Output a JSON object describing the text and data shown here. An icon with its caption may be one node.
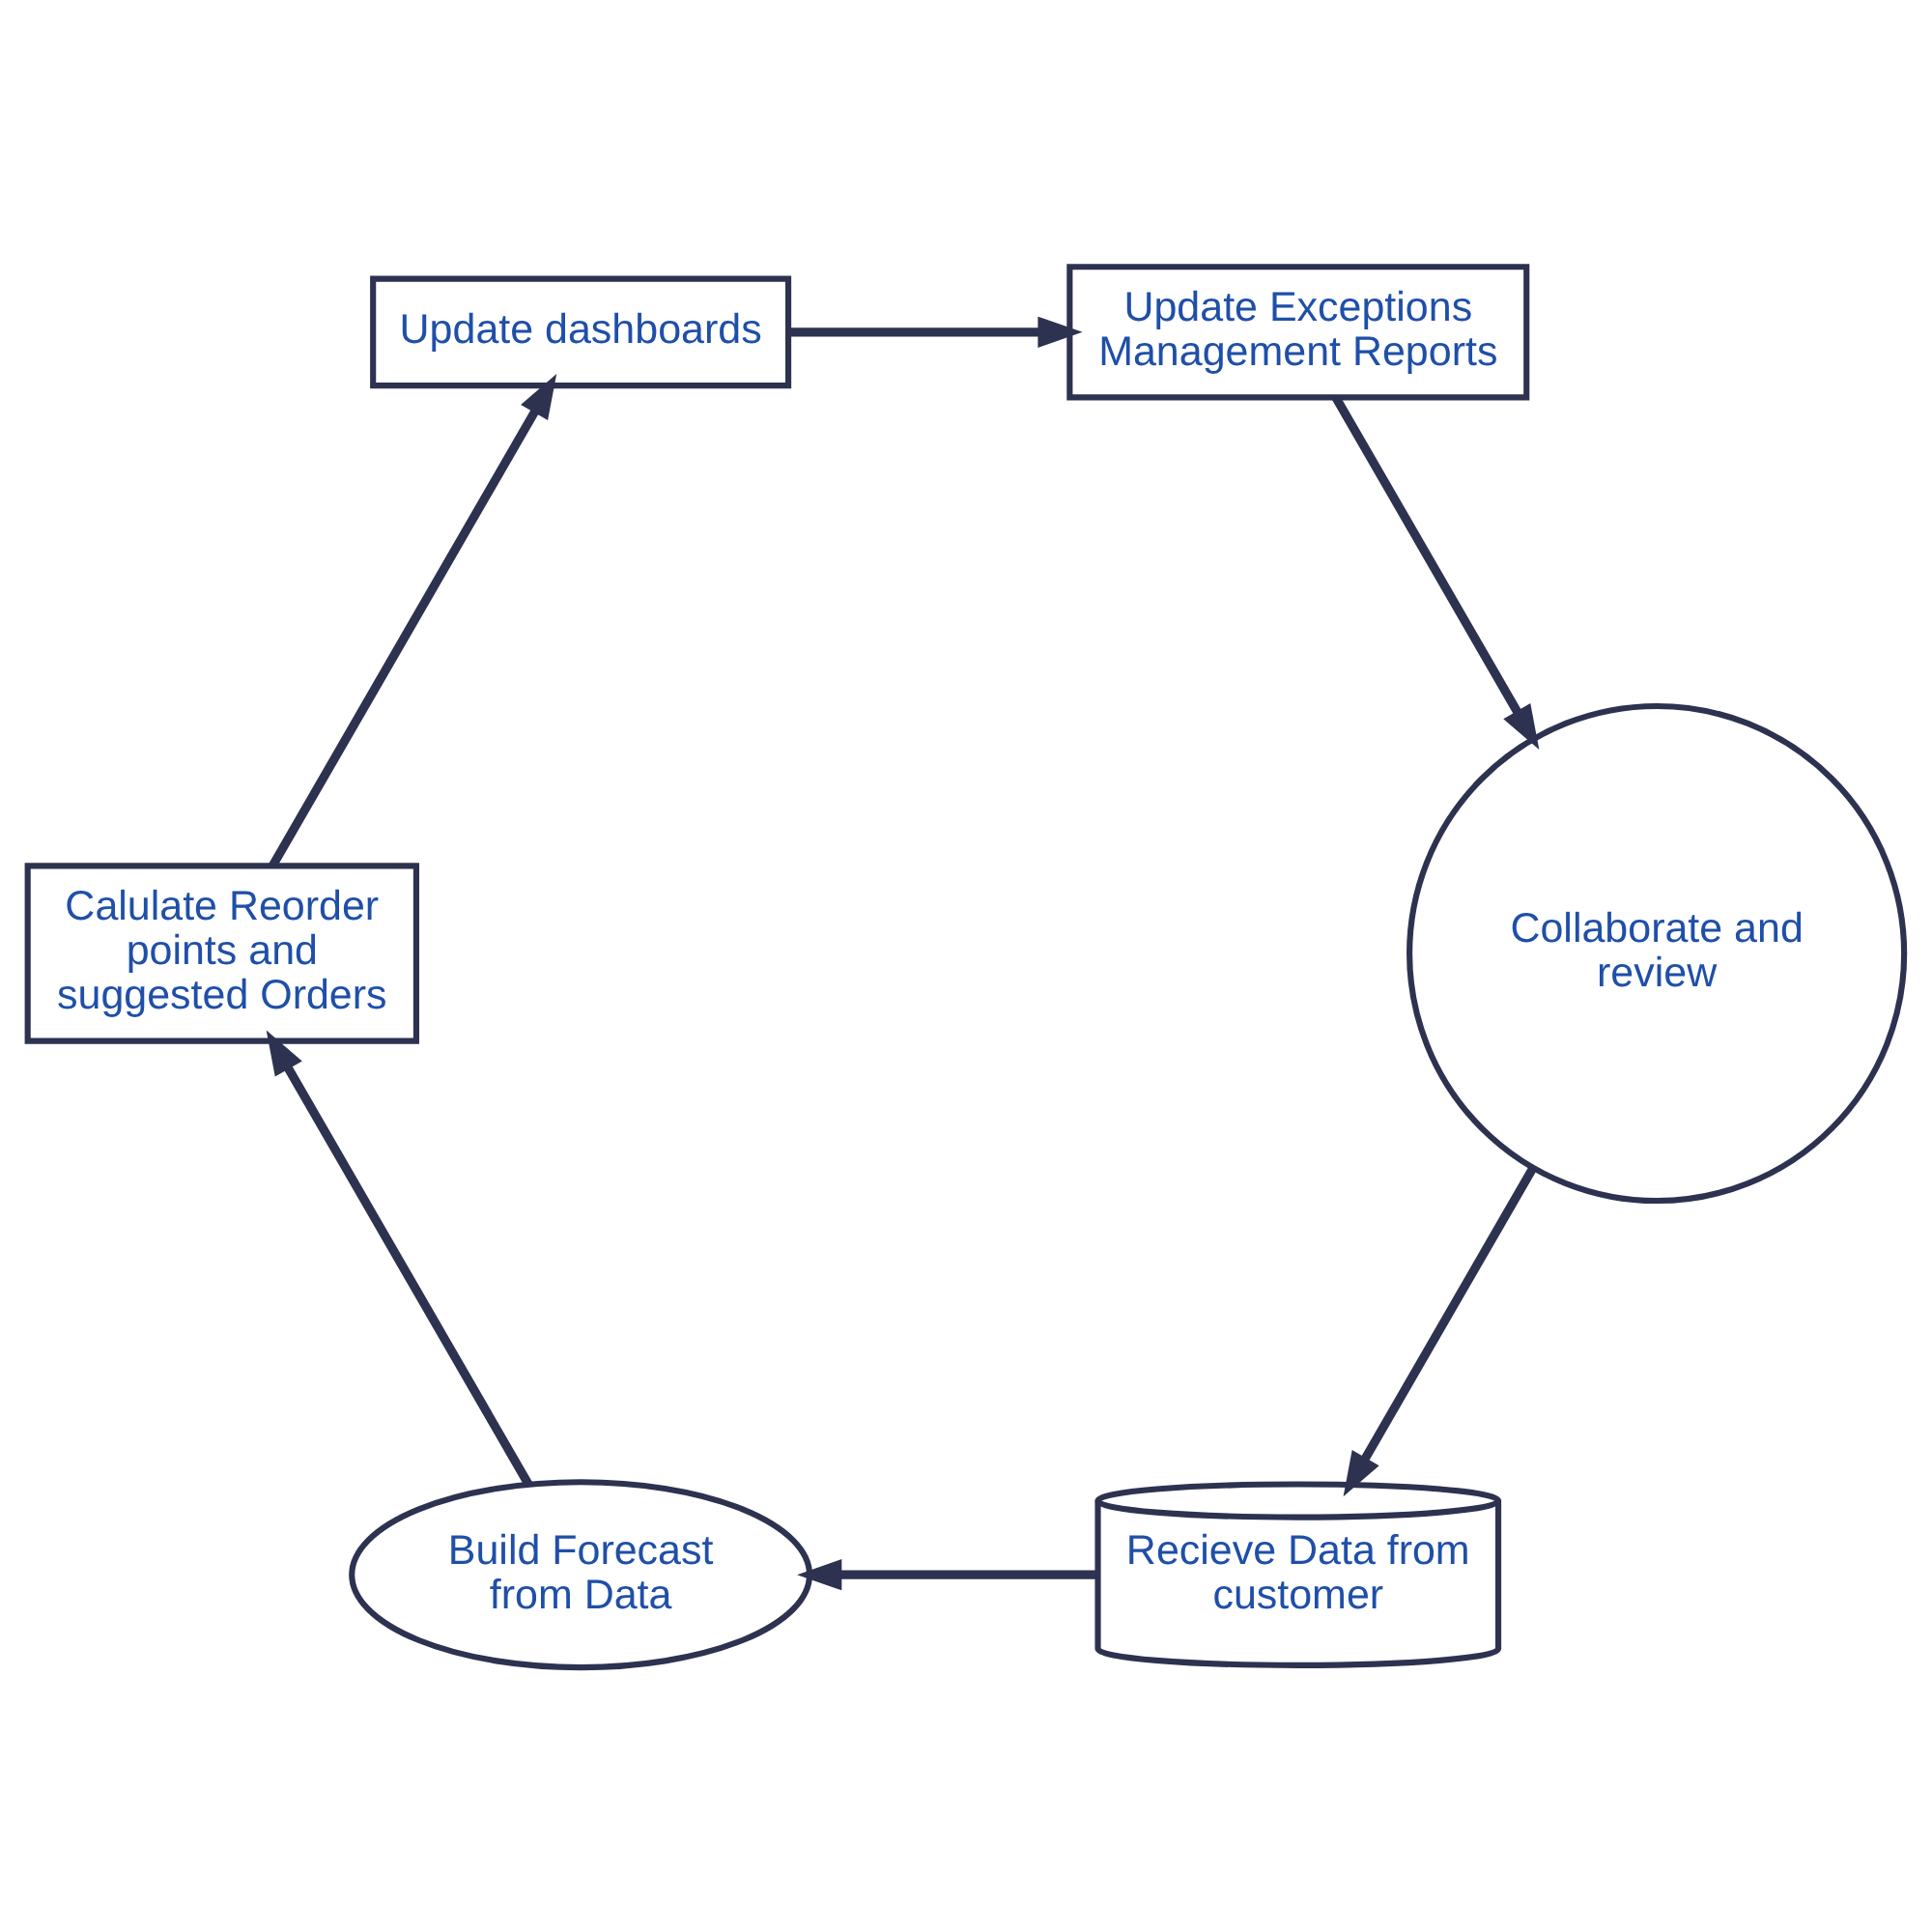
{
  "diagram": {
    "nodes": [
      {
        "text": [
          "Recieve Data from customer"
        ]
      },
      {
        "text": [
          "Build Forecast from Data"
        ]
      },
      {
        "text": [
          "Calulate Reorder points and suggested Orders"
        ]
      },
      {
        "text": [
          "Update dashboards"
        ]
      },
      {
        "text": [
          "Update Exceptions Management Reports"
        ]
      },
      {
        "text": [
          "Collaborate and review"
        ]
      }
    ],
    "edges": [
      {
        "from": 0,
        "to": 1,
        "arrow": "to"
      },
      {
        "from": 1,
        "to": 2,
        "arrow": "to"
      },
      {
        "from": 2,
        "to": 3,
        "arrow": "to"
      },
      {
        "from": 3,
        "to": 4,
        "arrow": "to"
      },
      {
        "from": 4,
        "to": 5,
        "arrow": "to"
      },
      {
        "from": 5,
        "to": 0,
        "arrow": "to"
      }
    ]
  }
}
